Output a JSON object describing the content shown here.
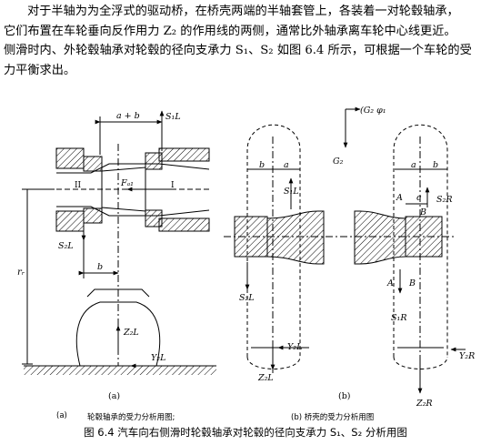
{
  "paragraph": {
    "lines": [
      "对于半轴为为全浮式的驱动桥，在桥壳两端的半轴套管上，各装着一对轮毂轴承，",
      "它们布置在车轮垂向反作用力 Z₂ 的作用线的两侧，通常比外轴承离车轮中心线更近。",
      "侧滑时内、外轮毂轴承对轮毂的径向支承力 S₁、S₂ 如图 6.4 所示，可根据一个车轮的受",
      "力平衡求出。"
    ]
  },
  "figure": {
    "labels_a": {
      "ab": "a + b",
      "s1l": "S₁L",
      "fa1": "Fₐ₁",
      "roman1": "I",
      "roman2": "II",
      "s2l": "S₂L",
      "b": "b",
      "rr": "rᵣ",
      "z2l": "Z₂L",
      "y2l": "Y₂L",
      "panel": "(a)"
    },
    "labels_b": {
      "g2phi": "(G₂ φ₁",
      "g2": "G₂",
      "b1": "b",
      "a1": "a",
      "a2": "a",
      "b2": "b",
      "s1l": "S₁L",
      "s2l": "S₂L",
      "y2l": "Y₂L",
      "z2l": "Z₂L",
      "A1": "A",
      "A2": "A",
      "B1": "B",
      "B2": "B",
      "c": "c",
      "s2r": "S₂R",
      "s1r": "S₁R",
      "y2r": "Y₂R",
      "z2r": "Z₂R",
      "panel": "(b)"
    }
  },
  "captions": {
    "sub_a_tag": "(a)",
    "sub_a_text": "轮毂轴承的受力分析用图;",
    "sub_b": "(b) 桥壳的受力分析用图",
    "main": "图 6.4  汽车向右侧滑时轮毂轴承对轮毂的径向支承力 S₁、S₂ 分析用图"
  }
}
